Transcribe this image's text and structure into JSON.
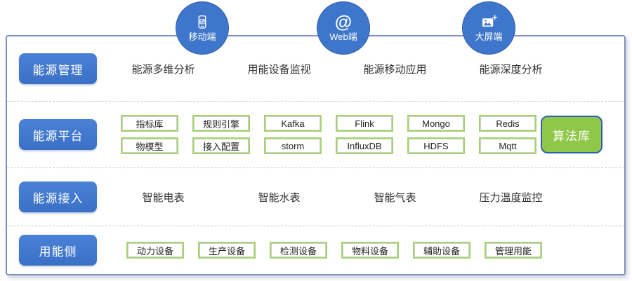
{
  "colors": {
    "accent_blue": "#3E76CB",
    "accent_blue_dark": "#2E62B0",
    "panel_border": "#7C91C1",
    "green_border": "#A5D46E",
    "algo_green": "#8FC849",
    "text_dark": "#2F2F2F",
    "dash": "#C8C8C8"
  },
  "channels": [
    {
      "label": "移动端",
      "icon": "mobile-check-icon"
    },
    {
      "label": "Web端",
      "icon": "at-icon",
      "icon_glyph": "@"
    },
    {
      "label": "大屏端",
      "icon": "screen-image-icon"
    }
  ],
  "rows": [
    {
      "label": "能源管理",
      "items": [
        "能源多维分析",
        "用能设备监视",
        "能源移动应用",
        "能源深度分析"
      ]
    },
    {
      "label": "能源平台",
      "top": [
        "指标库",
        "规则引擎",
        "Kafka",
        "Flink",
        "Mongo",
        "Redis"
      ],
      "bottom": [
        "物模型",
        "接入配置",
        "storm",
        "InfluxDB",
        "HDFS",
        "Mqtt"
      ],
      "side": "算法库"
    },
    {
      "label": "能源接入",
      "items": [
        "智能电表",
        "智能水表",
        "智能气表",
        "压力温度监控"
      ]
    },
    {
      "label": "用能侧",
      "items": [
        "动力设备",
        "生产设备",
        "检测设备",
        "物料设备",
        "辅助设备",
        "管理用能"
      ]
    }
  ]
}
